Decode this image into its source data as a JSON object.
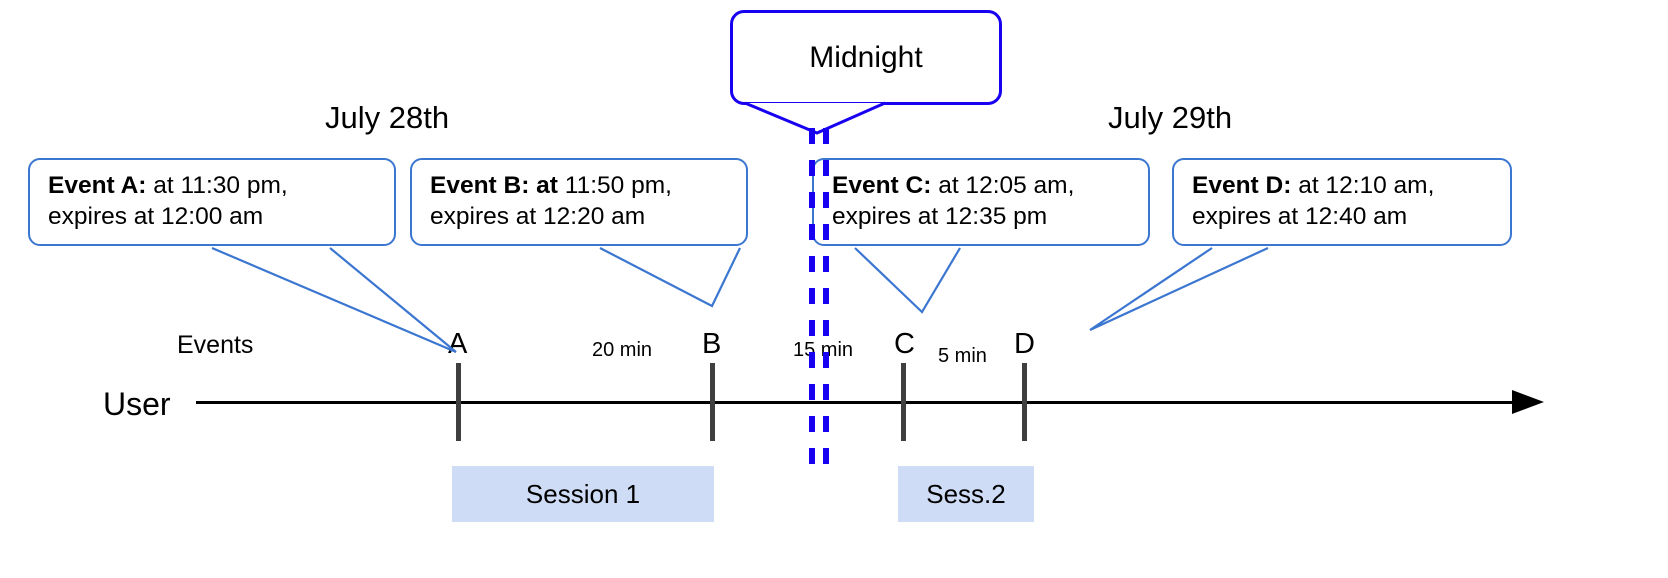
{
  "diagram": {
    "title_bubble": {
      "label": "Midnight"
    },
    "dates": [
      {
        "label": "July 28th"
      },
      {
        "label": "July 29th"
      }
    ],
    "row_labels": {
      "events": "Events",
      "user": "User"
    },
    "callouts": [
      {
        "id": "event-a",
        "bold_lead": "Event A:",
        "line1_rest": " at 11:30 pm,",
        "line2": "expires at 12:00 am"
      },
      {
        "id": "event-b",
        "bold_lead": "Event B: at",
        "line1_rest": " 11:50 pm,",
        "line2": "expires at 12:20 am"
      },
      {
        "id": "event-c",
        "bold_lead": "Event C:",
        "line1_rest": " at 12:05 am,",
        "line2": "expires at 12:35 pm"
      },
      {
        "id": "event-d",
        "bold_lead": "Event D:",
        "line1_rest": "  at 12:10 am,",
        "line2": "expires at 12:40 am"
      }
    ],
    "markers": [
      {
        "id": "a",
        "label": "A"
      },
      {
        "id": "b",
        "label": "B"
      },
      {
        "id": "c",
        "label": "C"
      },
      {
        "id": "d",
        "label": "D"
      }
    ],
    "intervals": [
      {
        "id": "a-b",
        "label": "20 min"
      },
      {
        "id": "b-c",
        "label": "15 min"
      },
      {
        "id": "c-d",
        "label": "5 min"
      }
    ],
    "sessions": [
      {
        "id": "session-1",
        "label": "Session 1"
      },
      {
        "id": "session-2",
        "label": "Sess.2"
      }
    ],
    "colors": {
      "callout_border": "#3b76d1",
      "midnight_border": "#1800f0",
      "midnight_dash": "#1800f0",
      "session_fill": "#cfdcf5",
      "axis": "#000000",
      "tick": "#3f3f3f",
      "leader_line": "#3b76d1"
    }
  }
}
